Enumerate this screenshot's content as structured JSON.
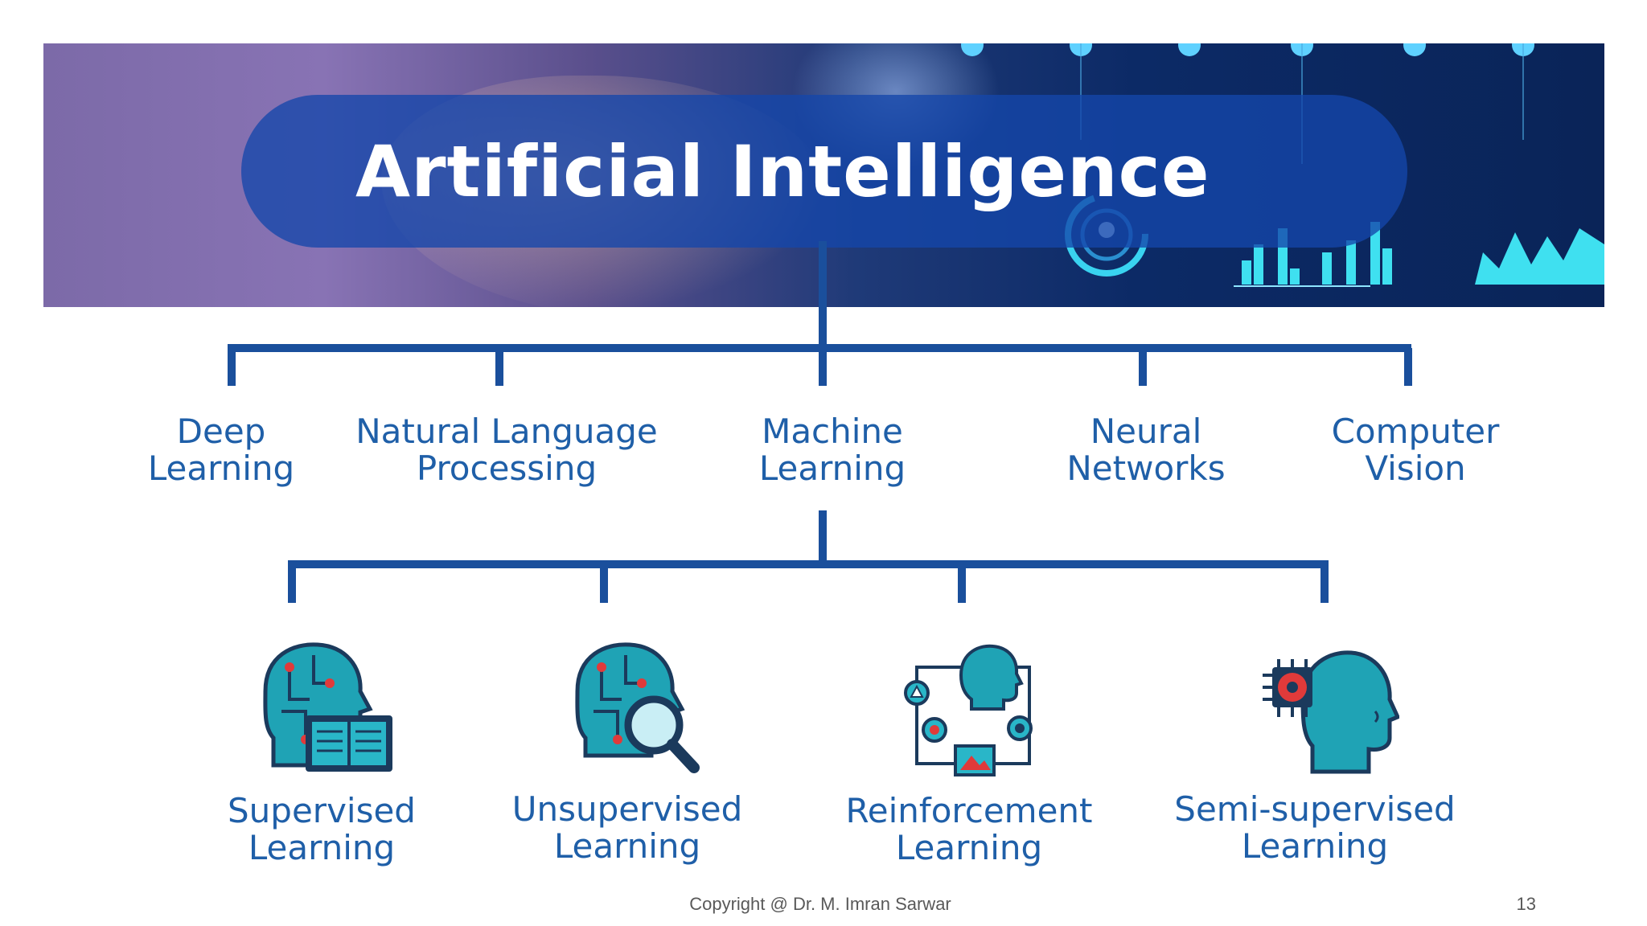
{
  "title": "Artificial Intelligence",
  "branches": [
    {
      "line1": "Deep",
      "line2": "Learning"
    },
    {
      "line1": "Natural Language",
      "line2": "Processing"
    },
    {
      "line1": "Machine",
      "line2": "Learning"
    },
    {
      "line1": "Neural",
      "line2": "Networks"
    },
    {
      "line1": "Computer",
      "line2": "Vision"
    }
  ],
  "ml_types": [
    {
      "line1": "Supervised",
      "line2": "Learning",
      "icon": "head-book-icon"
    },
    {
      "line1": "Unsupervised",
      "line2": "Learning",
      "icon": "head-magnifier-icon"
    },
    {
      "line1": "Reinforcement",
      "line2": "Learning",
      "icon": "head-cycle-icon"
    },
    {
      "line1": "Semi-supervised",
      "line2": "Learning",
      "icon": "head-chip-icon"
    }
  ],
  "footer": {
    "copyright": "Copyright @ Dr. M. Imran Sarwar",
    "page_number": "13"
  },
  "colors": {
    "connector": "#1a4f9c",
    "label": "#1f5fa8",
    "icon_teal": "#1fa3b5",
    "icon_dark": "#1b3a5c",
    "accent_red": "#e03a3a"
  }
}
